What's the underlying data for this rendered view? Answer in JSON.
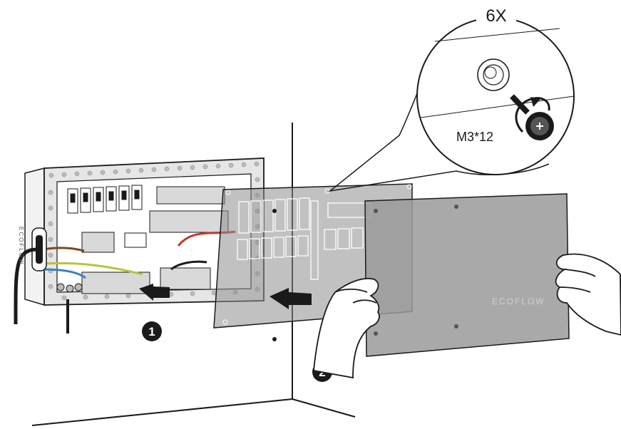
{
  "callout": {
    "quantity": "6X",
    "screw_spec": "M3*12"
  },
  "steps": [
    {
      "number": "1"
    },
    {
      "number": "2"
    }
  ],
  "branding": {
    "cover_logo": "ECOFLOW",
    "box_side_logo": "ECOFLOW"
  },
  "colors": {
    "line": "#1a1a1a",
    "panel_gray": "#8e8e8e",
    "cover_gray": "#9a9a9a",
    "wire_red": "#c0392b",
    "wire_brown": "#7b4a22",
    "wire_blue": "#3b7fc4",
    "wire_yellow_green": "#b7c43a"
  },
  "icons": [
    "arrow-right-icon",
    "screw-icon",
    "rotation-arrow-icon",
    "hand-icon"
  ]
}
